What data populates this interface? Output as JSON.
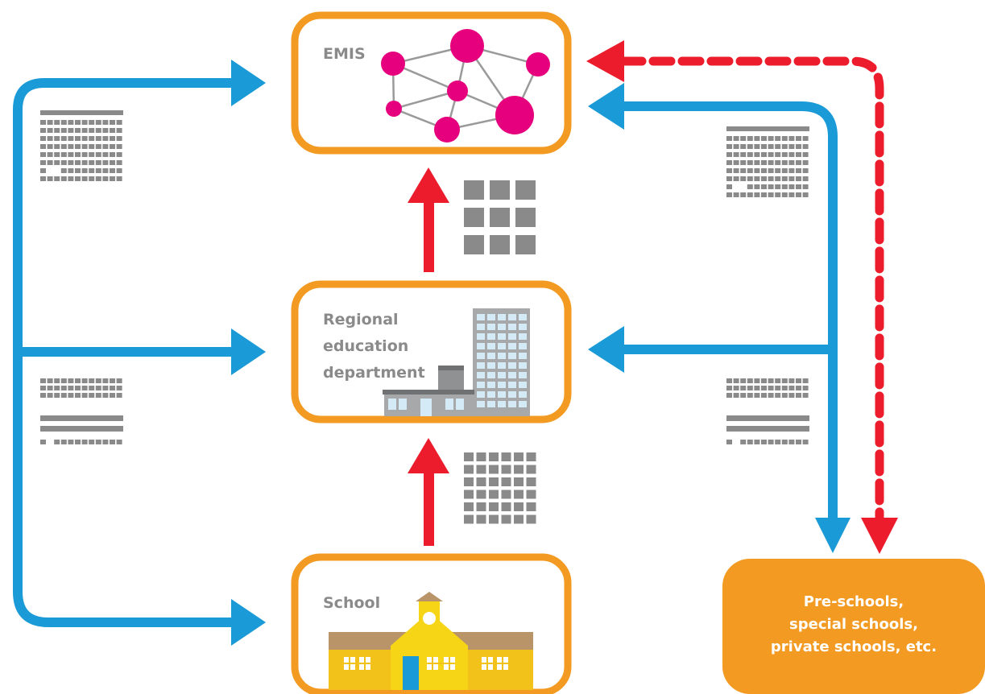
{
  "nodes": {
    "emis": {
      "label": "EMIS"
    },
    "regional": {
      "label_lines": [
        "Regional",
        "education",
        "department"
      ]
    },
    "school": {
      "label": "School"
    },
    "other_schools": {
      "label_lines": [
        "Pre-schools,",
        "special schools,",
        "private schools, etc."
      ]
    }
  },
  "colors": {
    "box_border": "#f39a22",
    "other_fill": "#f39a22",
    "blue_flow": "#1a9ad6",
    "red_flow": "#ec1c2d",
    "network_node": "#e6007e",
    "network_edge": "#9a9a9a",
    "document_gray": "#8a8a8a"
  },
  "icons": [
    "network-icon",
    "office-building-icon",
    "school-building-icon",
    "document-icon"
  ]
}
